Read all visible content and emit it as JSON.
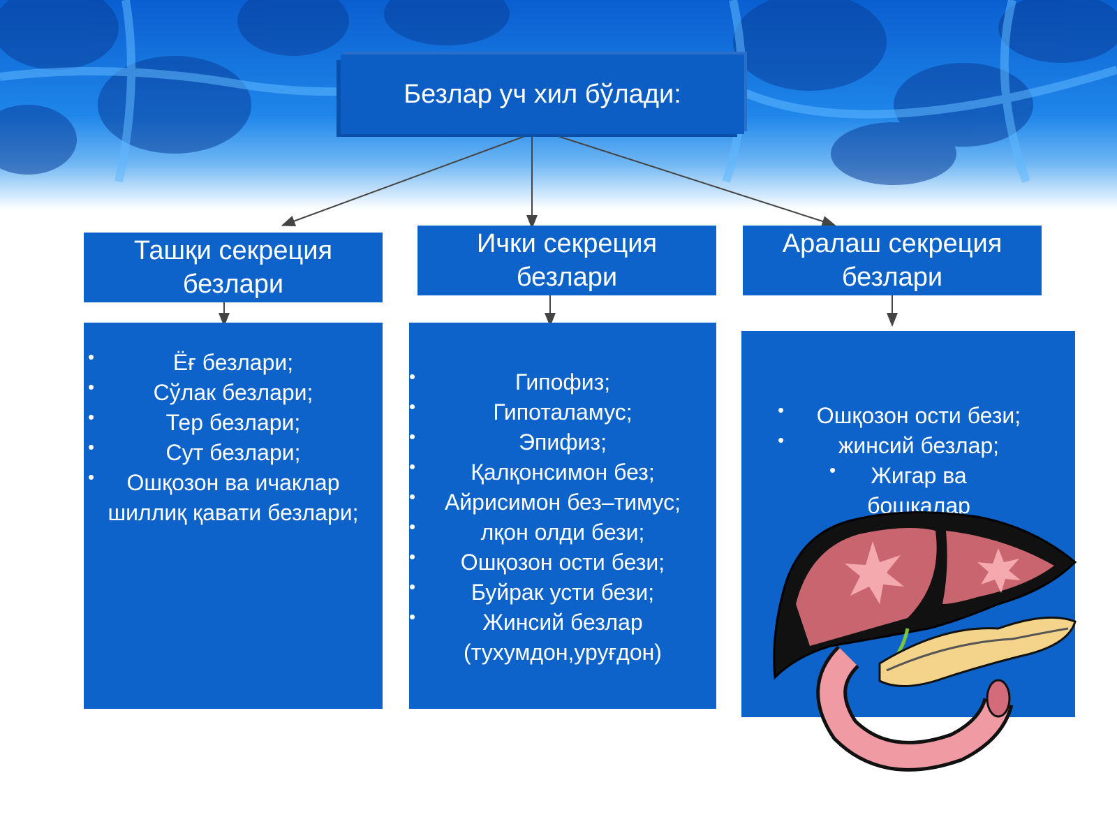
{
  "title": "Безлар уч хил бўлади:",
  "categories": [
    {
      "label": "Ташқи секреция безлари",
      "items": [
        "Ёғ безлари;",
        "Сўлак безлари;",
        "Тер безлари;",
        "Сут безлари;",
        "Ошқозон ва ичаклар шиллиқ қавати безлари;"
      ]
    },
    {
      "label": "Ички секреция безлари",
      "items": [
        "Гипофиз;",
        "Гипоталамус;",
        "Эпифиз;",
        "Қалқонсимон без;",
        "Айрисимон без–тимус;",
        "лқон олди бези;",
        "Ошқозон ости бези;",
        "Буйрак усти бези;",
        "Жинсий безлар (тухумдон,уруғдон)"
      ]
    },
    {
      "label": "Аралаш секреция безлари",
      "items": [
        "Ошқозон ости бези;",
        "жинсий безлар;",
        "Жигар ва бошқалар"
      ]
    }
  ],
  "colors": {
    "box": "#0d63c9",
    "text": "#ffffff",
    "connector": "#444444"
  },
  "illustration": "liver-pancreas-icon"
}
